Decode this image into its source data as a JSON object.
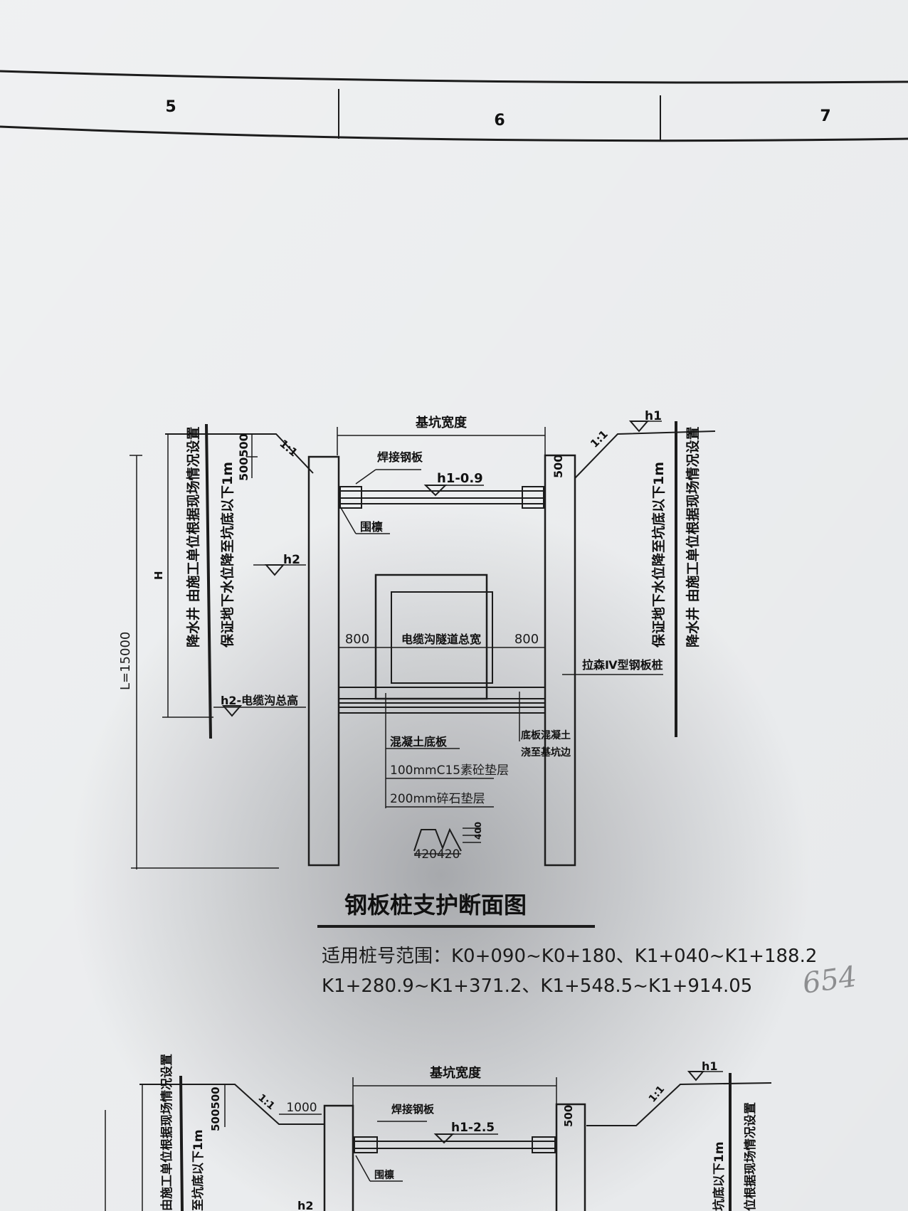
{
  "title_block": {
    "columns": [
      "5",
      "6",
      "7"
    ]
  },
  "section_1": {
    "pit_width_label": "基坑宽度",
    "welded_steel_label": "焊接钢板",
    "strut_elevation": "h1-0.9",
    "purlin_label": "围檩",
    "h1_mark": "h1",
    "h2_mark": "h2",
    "slope_left": "1:1",
    "slope_right": "1:1",
    "dim_500500": "500500",
    "dim_500": "500",
    "H_label": "H",
    "L_label": "L=15000",
    "left_note_1": "降水井 由施工单位根据现场情况设置",
    "left_note_2": "保证地下水位降至坑底以下1m",
    "right_note_1": "保证地下水位降至坑底以下1m",
    "right_note_2": "降水井 由施工单位根据现场情况设置",
    "clearance_left": "800",
    "clearance_right": "800",
    "tunnel_width_label": "电缆沟隧道总宽",
    "tie_label": "拉森Ⅳ型钢板桩",
    "bottom_elev_label": "h2-电缆沟总高",
    "slab_label": "混凝土底板",
    "concrete_side_label_1": "底板混凝土",
    "concrete_side_label_2": "浇至基坑边",
    "cushion_1": "100mmC15素砼垫层",
    "cushion_2": "200mm碎石垫层",
    "pile_dims": "420420",
    "pile_height": "400",
    "drawing_title": "钢板桩支护断面图",
    "scope_line_1": "适用桩号范围：K0+090~K0+180、K1+040~K1+188.2",
    "scope_line_2": "K1+280.9~K1+371.2、K1+548.5~K1+914.05"
  },
  "handwritten_note": "654",
  "section_2": {
    "pit_width_label": "基坑宽度",
    "welded_steel_label": "焊接钢板",
    "strut_elevation": "h1-2.5",
    "purlin_label": "围檩",
    "h1_mark": "h1",
    "h2_mark": "h2",
    "slope_left": "1:1",
    "slope_right": "1:1",
    "dim_1000": "1000",
    "dim_500500": "500500",
    "dim_500": "500",
    "left_note_1": "由施工单位根据现场情况设置",
    "left_note_2": "至坑底以下1m",
    "right_note_1": "坑底以下1m",
    "right_note_2": "位根据现场情况设置"
  }
}
